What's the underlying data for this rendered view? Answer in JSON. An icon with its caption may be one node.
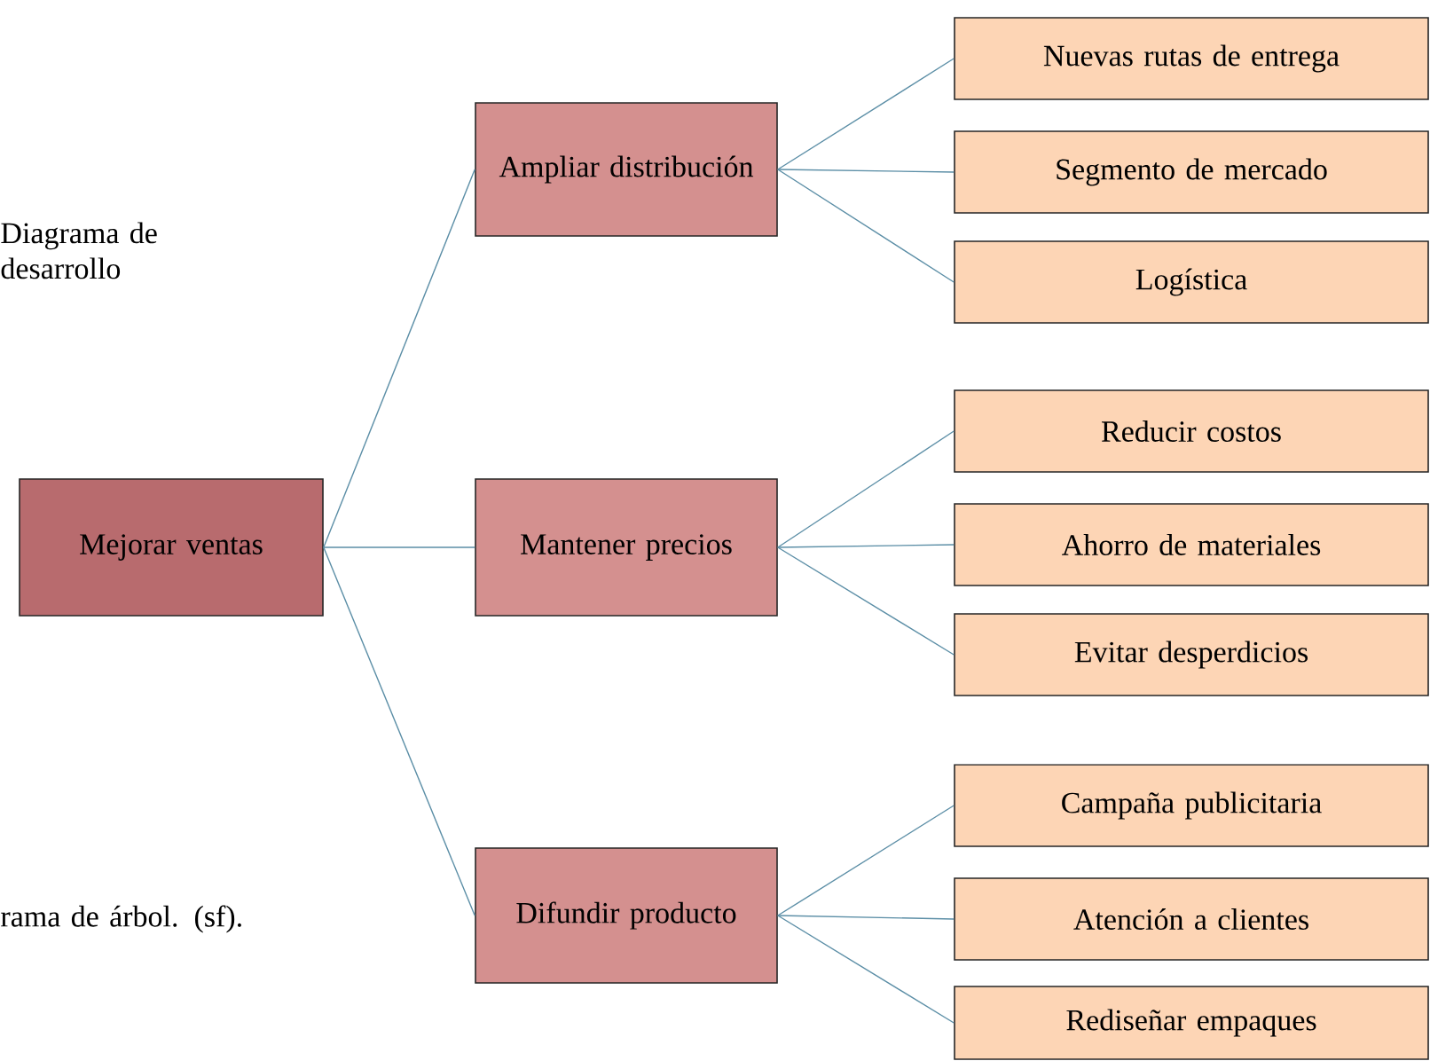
{
  "diagram": {
    "nodes": [
      {
        "text": [
          "Mejorar ventas"
        ]
      },
      {
        "text": [
          "Ampliar distribución"
        ]
      },
      {
        "text": [
          "Mantener precios"
        ]
      },
      {
        "text": [
          "Difundir producto"
        ]
      },
      {
        "text": [
          "Nuevas rutas de entrega"
        ]
      },
      {
        "text": [
          "Segmento de mercado"
        ]
      },
      {
        "text": [
          "Logística"
        ]
      },
      {
        "text": [
          "Reducir costos"
        ]
      },
      {
        "text": [
          "Ahorro de materiales"
        ]
      },
      {
        "text": [
          "Evitar desperdicios"
        ]
      },
      {
        "text": [
          "Campaña publicitaria"
        ]
      },
      {
        "text": [
          "Atención a clientes"
        ]
      },
      {
        "text": [
          "Rediseñar empaques"
        ]
      }
    ],
    "edges": [
      {
        "from": 0,
        "to": 1,
        "arrow": "none"
      },
      {
        "from": 0,
        "to": 2,
        "arrow": "none"
      },
      {
        "from": 0,
        "to": 3,
        "arrow": "none"
      },
      {
        "from": 1,
        "to": 4,
        "arrow": "none"
      },
      {
        "from": 1,
        "to": 5,
        "arrow": "none"
      },
      {
        "from": 1,
        "to": 6,
        "arrow": "none"
      },
      {
        "from": 2,
        "to": 7,
        "arrow": "none"
      },
      {
        "from": 2,
        "to": 8,
        "arrow": "none"
      },
      {
        "from": 2,
        "to": 9,
        "arrow": "none"
      },
      {
        "from": 3,
        "to": 10,
        "arrow": "none"
      },
      {
        "from": 3,
        "to": 11,
        "arrow": "none"
      },
      {
        "from": 3,
        "to": 12,
        "arrow": "none"
      }
    ],
    "labels": [
      "Diagrama de desarrollo",
      "rama de árbol. (sf)."
    ]
  }
}
